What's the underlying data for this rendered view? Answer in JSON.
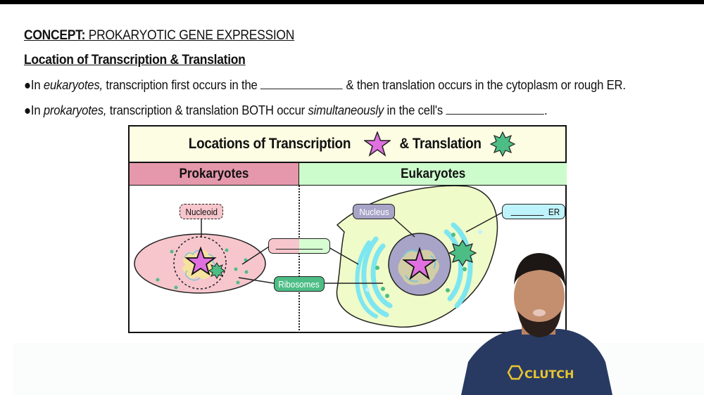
{
  "header": {
    "concept_label": "CONCEPT:",
    "concept_title": "PROKARYOTIC GENE EXPRESSION",
    "subtitle": "Location of Transcription & Translation"
  },
  "bullets": [
    {
      "bullet": "●",
      "prefix": "In ",
      "emphasis": "eukaryotes,",
      "text_before_blank": " transcription first occurs in the ",
      "text_after_blank": " & then translation occurs in the cytoplasm or rough ER."
    },
    {
      "bullet": "●",
      "prefix": "In ",
      "emphasis": "prokaryotes,",
      "text_middle": " transcription & translation BOTH occur ",
      "emphasis2": "simultaneously",
      "text_before_blank": " in the cell's ",
      "text_after_blank": "."
    }
  ],
  "diagram": {
    "title_part1": "Locations of Transcription",
    "title_part2": "& Translation",
    "columns": [
      "Prokaryotes",
      "Eukaryotes"
    ],
    "labels": {
      "nucleoid": "Nucleoid",
      "nucleus": "Nucleus",
      "er_suffix": "ER",
      "ribosomes": "Ribosomes",
      "cytoplasm_blank": ""
    },
    "legend": {
      "transcription_symbol": "star-icon",
      "translation_symbol": "eight-point-star-icon"
    },
    "colors": {
      "transcription_star": "#e070e0",
      "translation_star": "#4cbd85",
      "prokaryote_fill": "#f6c6cc",
      "eukaryote_fill": "#effbc8",
      "nucleus_fill": "#a7a4c8",
      "er_color": "#7ee6f0",
      "prok_header": "#e597ab",
      "euk_header": "#cdfccc",
      "title_bg": "#fdfde3"
    }
  },
  "presenter": {
    "shirt_text": "CLUTCH",
    "shirt_color": "#283a62",
    "logo_color": "#e8c531"
  }
}
